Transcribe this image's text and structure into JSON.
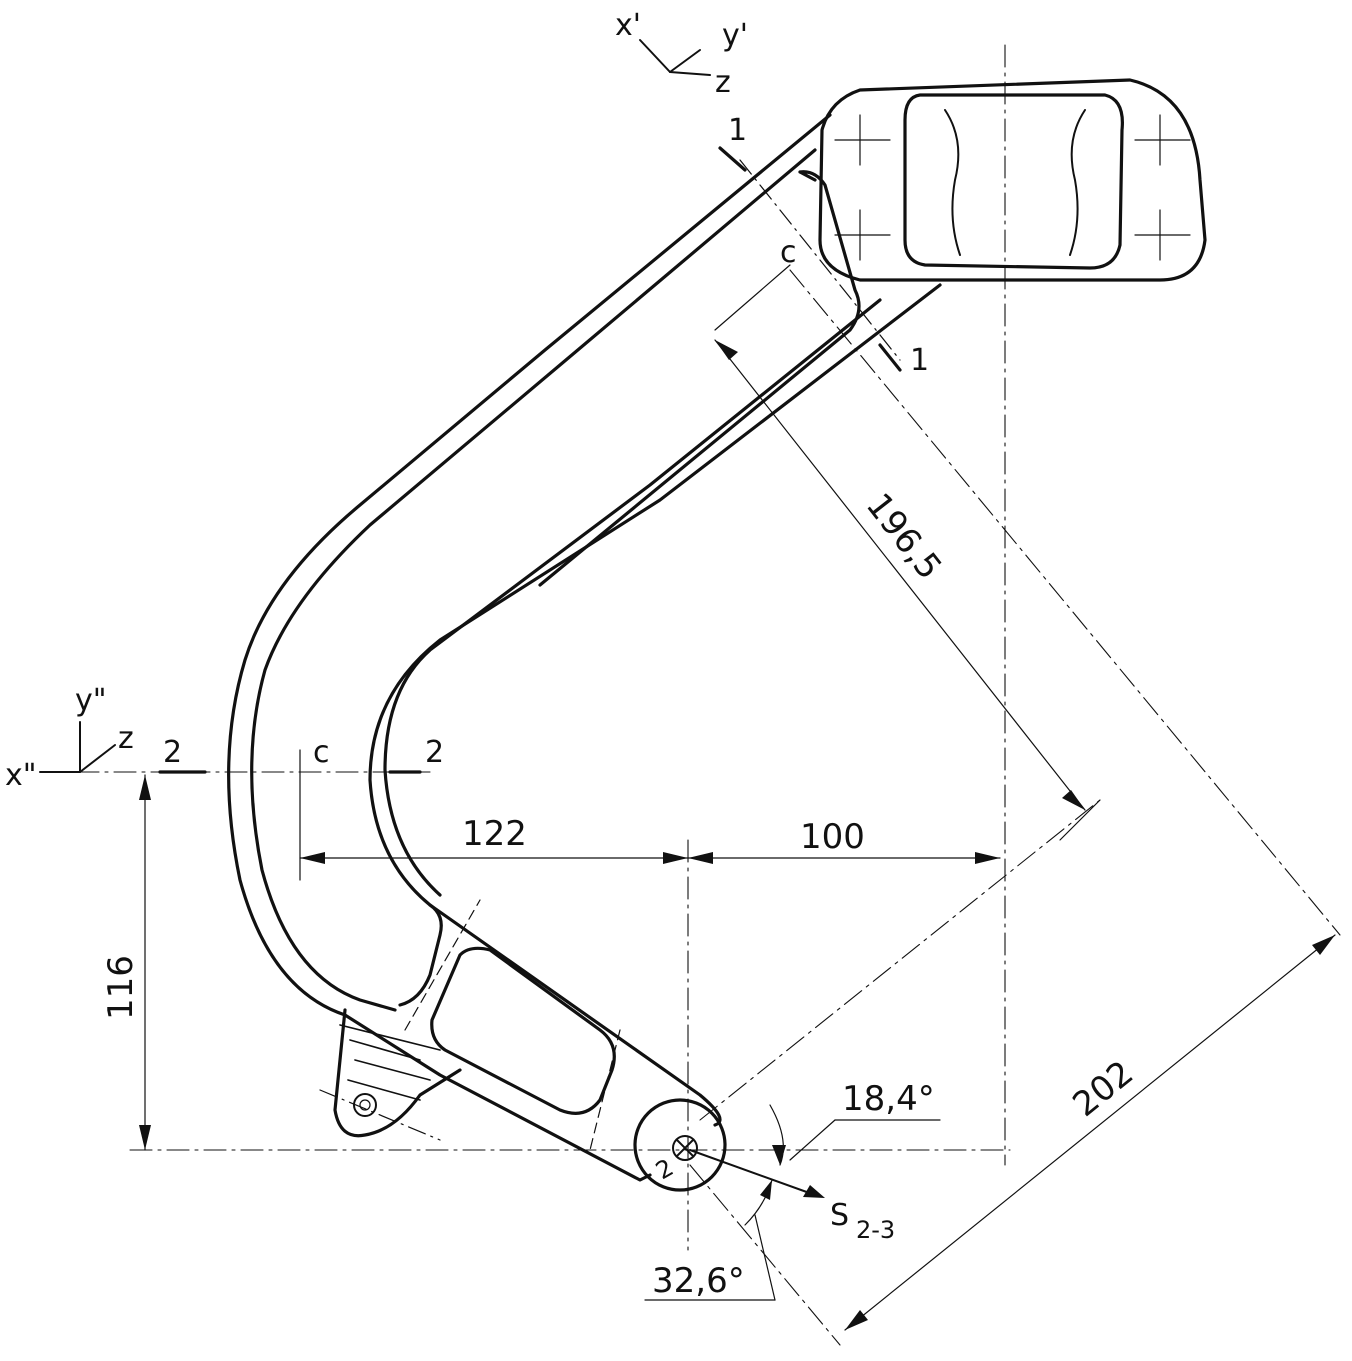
{
  "drawing": {
    "labels": {
      "x_prime": "x'",
      "y_prime": "y'",
      "z_top": "z",
      "x_dblprime": "x\"",
      "y_dblprime": "y\"",
      "z_left": "z",
      "section1_top": "1",
      "section1_bottom": "1",
      "section2_left": "2",
      "section2_right": "2",
      "c_top": "c",
      "c_left": "c",
      "joint_label": "2",
      "force_S": "S",
      "force_sub": "2-3"
    },
    "dimensions": {
      "d196": "196,5",
      "d202": "202",
      "d122": "122",
      "d100": "100",
      "d116": "116",
      "angle_18": "18,4°",
      "angle_32": "32,6°"
    }
  }
}
